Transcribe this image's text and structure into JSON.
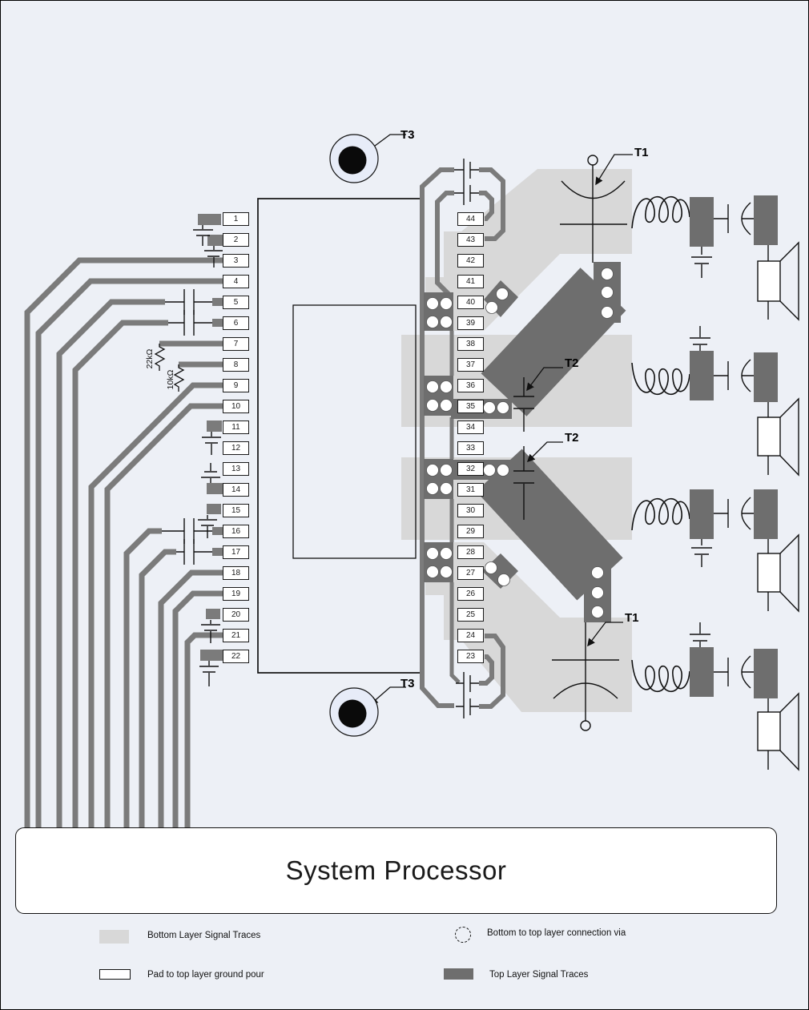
{
  "title": "System Processor",
  "labels": {
    "t1": "T1",
    "t2": "T2",
    "t3": "T3"
  },
  "resistors": {
    "r1": "22kΩ",
    "r2": "10kΩ"
  },
  "pins": {
    "left": [
      "1",
      "2",
      "3",
      "4",
      "5",
      "6",
      "7",
      "8",
      "9",
      "10",
      "11",
      "12",
      "13",
      "14",
      "15",
      "16",
      "17",
      "18",
      "19",
      "20",
      "21",
      "22"
    ],
    "right": [
      "44",
      "43",
      "42",
      "41",
      "40",
      "39",
      "38",
      "37",
      "36",
      "35",
      "34",
      "33",
      "32",
      "31",
      "30",
      "29",
      "28",
      "27",
      "26",
      "25",
      "24",
      "23"
    ]
  },
  "legend": {
    "bottom_traces": "Bottom Layer Signal Traces",
    "via": "Bottom to top layer connection via",
    "pad_pour": "Pad to top layer ground pour",
    "top_traces": "Top Layer Signal Traces"
  },
  "colors": {
    "bg": "#edf0f6",
    "bottom_layer": "#d8d8d8",
    "top_layer": "#6e6e6e",
    "trace": "#7b7b7b",
    "via_fill": "#ffffff",
    "line": "#111111"
  }
}
